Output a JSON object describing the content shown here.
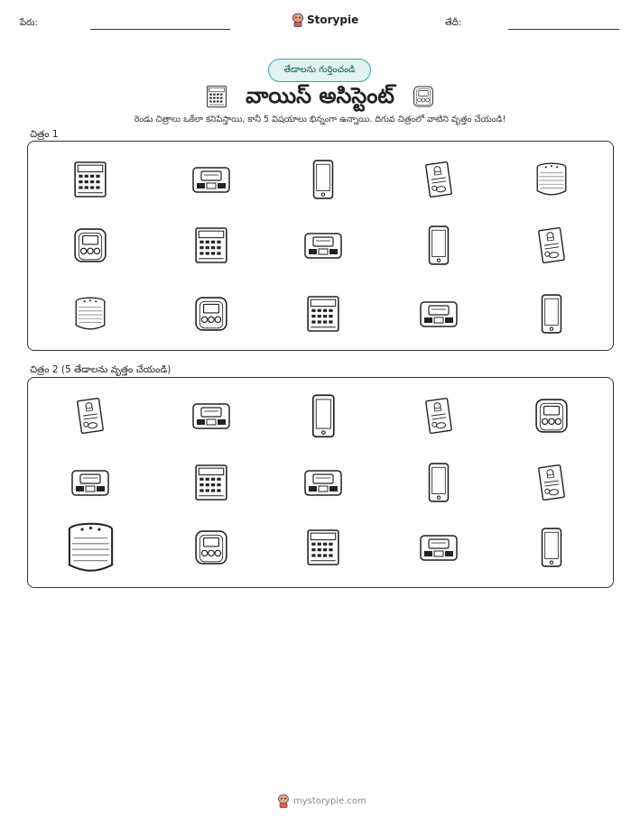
{
  "header": {
    "name_label": "పేరు:",
    "date_label": "తేదీ:",
    "brand": "Storypie",
    "brand_icon": "storypie-mascot-icon"
  },
  "badge": "తేడాలను గుర్తించండి",
  "title": "వాయిస్ అసిస్టెంట్",
  "instructions": "రెండు చిత్రాలు ఒకేలా కనిపిస్తాయి, కానీ 5 విషయాలు భిన్నంగా ఉన్నాయి. దిగువ చిత్రంలో వాటిని వృత్తం చేయండి!",
  "picture1": {
    "label": "చిత్రం 1",
    "rows": [
      [
        "control-panel-icon",
        "timer-device-icon",
        "smartphone-icon",
        "recipe-card-icon",
        "smart-speaker-icon"
      ],
      [
        "kitchen-timer-icon",
        "control-panel-icon",
        "timer-device-icon",
        "smartphone-icon",
        "recipe-card-icon"
      ],
      [
        "smart-speaker-icon",
        "kitchen-timer-icon",
        "control-panel-icon",
        "timer-device-icon",
        "smartphone-icon"
      ]
    ]
  },
  "picture2": {
    "label": "చిత్రం 2 (5 తేడాలను వృత్తం చేయండి)",
    "rows": [
      [
        "recipe-card-icon",
        "timer-device-icon",
        "smartphone-icon",
        "recipe-card-icon",
        "kitchen-timer-icon"
      ],
      [
        "timer-device-icon",
        "control-panel-icon",
        "timer-device-icon",
        "smartphone-icon",
        "recipe-card-icon"
      ],
      [
        "smart-speaker-icon",
        "kitchen-timer-icon",
        "control-panel-icon",
        "timer-device-icon",
        "smartphone-icon"
      ]
    ]
  },
  "footer": {
    "site": "mystorypie.com",
    "icon": "storypie-mascot-icon"
  }
}
